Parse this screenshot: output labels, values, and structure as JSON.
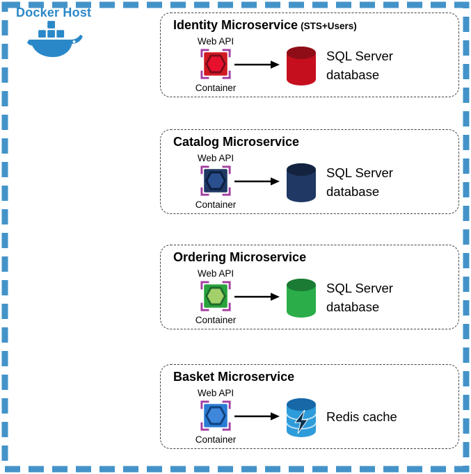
{
  "host": {
    "label": "Docker Host"
  },
  "theme": {
    "accent": "#2b88c8",
    "frame": "#4393c9",
    "box_border": "#3f3f3f",
    "bracket": "#a33fa0",
    "arrow": "#000000",
    "text": "#000000"
  },
  "services": [
    {
      "title": "Identity Microservice",
      "suffix": "(STS+Users)",
      "web_api_label": "Web API",
      "container_label": "Container",
      "store_line1": "SQL Server",
      "store_line2": "database",
      "colors": {
        "box": "#d11a22",
        "hex_fill": "#e8112d",
        "hex_stroke": "#7a0c1c",
        "cyl_body": "#c50f1f",
        "cyl_top": "#8e0d17"
      }
    },
    {
      "title": "Catalog Microservice",
      "suffix": "",
      "web_api_label": "Web API",
      "container_label": "Container",
      "store_line1": "SQL Server",
      "store_line2": "database",
      "colors": {
        "box": "#1f3864",
        "hex_fill": "#2a4f8f",
        "hex_stroke": "#0b1e3c",
        "cyl_body": "#1f3864",
        "cyl_top": "#13233f"
      }
    },
    {
      "title": "Ordering Microservice",
      "suffix": "",
      "web_api_label": "Web API",
      "container_label": "Container",
      "store_line1": "SQL Server",
      "store_line2": "database",
      "colors": {
        "box": "#28a33d",
        "hex_fill": "#a3d06a",
        "hex_stroke": "#1c6b2a",
        "cyl_body": "#2bae49",
        "cyl_top": "#1b7a33"
      }
    },
    {
      "title": "Basket Microservice",
      "suffix": "",
      "web_api_label": "Web API",
      "container_label": "Container",
      "store_line1": "Redis cache",
      "store_line2": "",
      "colors": {
        "box": "#2b7cd3",
        "hex_fill": "#3e87db",
        "hex_stroke": "#10407c",
        "cyl_body": "#2e9bda",
        "cyl_top": "#1868a8",
        "bolt": "#07304f",
        "stripe": "#bfe3f5"
      }
    }
  ]
}
